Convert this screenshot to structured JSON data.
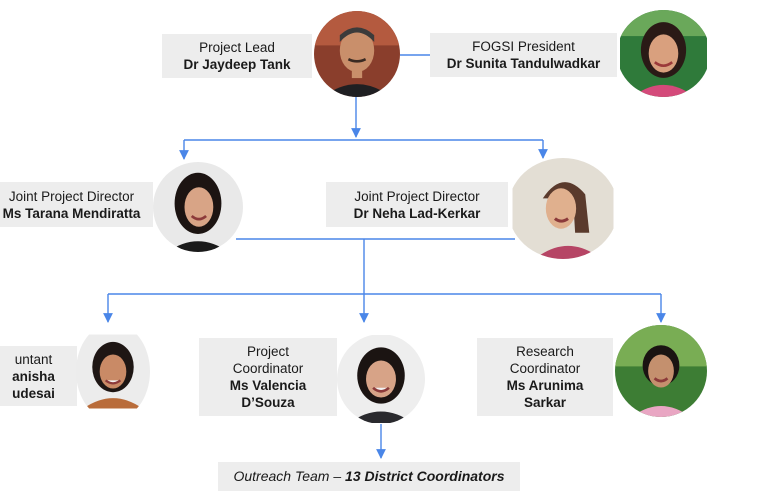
{
  "lead": {
    "role": "Project Lead",
    "name": "Dr Jaydeep Tank"
  },
  "president": {
    "role": "FOGSI President",
    "name": "Dr Sunita Tandulwadkar"
  },
  "director1": {
    "role": "Joint Project Director",
    "name": "Ms Tarana Mendiratta"
  },
  "director2": {
    "role": "Joint Project Director",
    "name": "Dr Neha Lad-Kerkar"
  },
  "consultant": {
    "role_line": "untant",
    "name_line1": "anisha",
    "name_line2": "udesai"
  },
  "coordinator": {
    "role1": "Project",
    "role2": "Coordinator",
    "name1": "Ms Valencia",
    "name2": "D’Souza"
  },
  "research": {
    "role1": "Research",
    "role2": "Coordinator",
    "name1": "Ms Arunima",
    "name2": "Sarkar"
  },
  "footer": {
    "prefix": "Outreach Team – ",
    "count": "13 District Coordinators"
  },
  "colors": {
    "connector": "#4a86e8",
    "label_bg": "#ededed"
  }
}
